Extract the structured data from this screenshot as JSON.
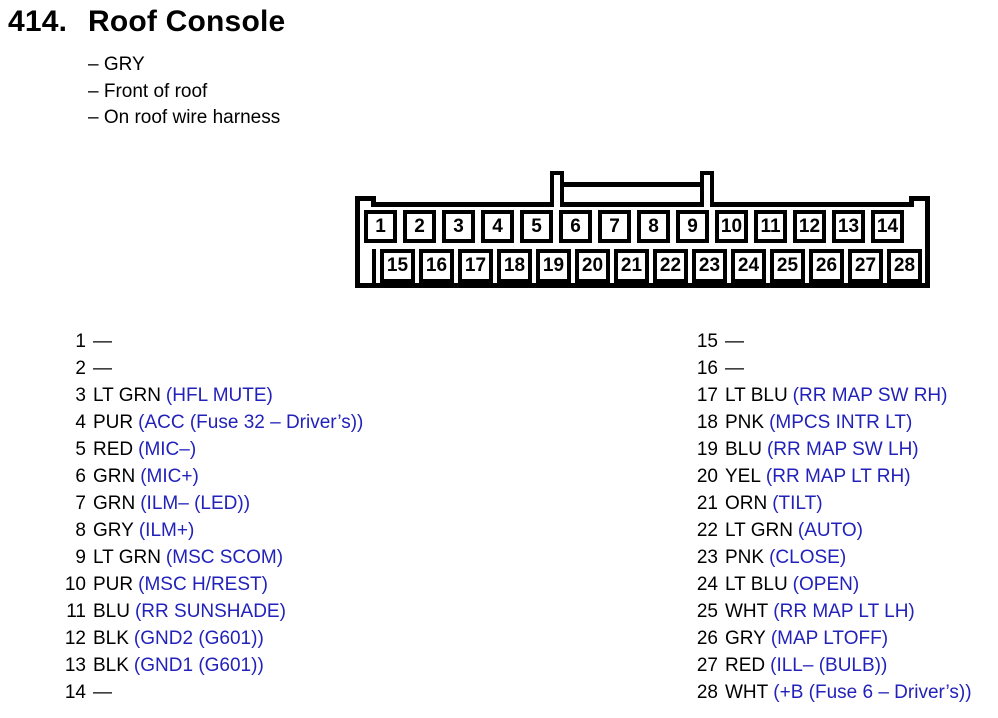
{
  "page": {
    "number": "414.",
    "title": "Roof Console",
    "notes": [
      "– GRY",
      "– Front of roof",
      "– On roof wire harness"
    ]
  },
  "connector": {
    "top_row_pins": [
      "1",
      "2",
      "3",
      "4",
      "5",
      "6",
      "7",
      "8",
      "9",
      "10",
      "11",
      "12",
      "13",
      "14"
    ],
    "bottom_row_pins": [
      "15",
      "16",
      "17",
      "18",
      "19",
      "20",
      "21",
      "22",
      "23",
      "24",
      "25",
      "26",
      "27",
      "28"
    ]
  },
  "pin_table": {
    "left": [
      {
        "pin": "1",
        "wire": "—",
        "func": ""
      },
      {
        "pin": "2",
        "wire": "—",
        "func": ""
      },
      {
        "pin": "3",
        "wire": "LT GRN",
        "func": "(HFL MUTE)"
      },
      {
        "pin": "4",
        "wire": "PUR",
        "func": "(ACC (Fuse 32 – Driver’s))"
      },
      {
        "pin": "5",
        "wire": "RED",
        "func": "(MIC–)"
      },
      {
        "pin": "6",
        "wire": "GRN",
        "func": "(MIC+)"
      },
      {
        "pin": "7",
        "wire": "GRN",
        "func": "(ILM– (LED))"
      },
      {
        "pin": "8",
        "wire": "GRY",
        "func": "(ILM+)"
      },
      {
        "pin": "9",
        "wire": "LT GRN",
        "func": "(MSC SCOM)"
      },
      {
        "pin": "10",
        "wire": "PUR",
        "func": "(MSC H/REST)"
      },
      {
        "pin": "11",
        "wire": "BLU",
        "func": "(RR SUNSHADE)"
      },
      {
        "pin": "12",
        "wire": "BLK",
        "func": "(GND2 (G601))"
      },
      {
        "pin": "13",
        "wire": "BLK",
        "func": "(GND1 (G601))"
      },
      {
        "pin": "14",
        "wire": "—",
        "func": ""
      }
    ],
    "right": [
      {
        "pin": "15",
        "wire": "—",
        "func": ""
      },
      {
        "pin": "16",
        "wire": "—",
        "func": ""
      },
      {
        "pin": "17",
        "wire": "LT BLU",
        "func": "(RR MAP SW RH)"
      },
      {
        "pin": "18",
        "wire": "PNK",
        "func": "(MPCS INTR LT)"
      },
      {
        "pin": "19",
        "wire": "BLU",
        "func": "(RR MAP SW LH)"
      },
      {
        "pin": "20",
        "wire": "YEL",
        "func": "(RR MAP LT RH)"
      },
      {
        "pin": "21",
        "wire": "ORN",
        "func": "(TILT)"
      },
      {
        "pin": "22",
        "wire": "LT GRN",
        "func": "(AUTO)"
      },
      {
        "pin": "23",
        "wire": "PNK",
        "func": "(CLOSE)"
      },
      {
        "pin": "24",
        "wire": "LT BLU",
        "func": "(OPEN)"
      },
      {
        "pin": "25",
        "wire": "WHT",
        "func": "(RR MAP LT LH)"
      },
      {
        "pin": "26",
        "wire": "GRY",
        "func": "(MAP LTOFF)"
      },
      {
        "pin": "27",
        "wire": "RED",
        "func": "(ILL– (BULB))"
      },
      {
        "pin": "28",
        "wire": "WHT",
        "func": "(+B (Fuse 6 – Driver’s))"
      }
    ]
  },
  "colors": {
    "function_blue": "#2222bb",
    "line_black": "#000000",
    "background": "#ffffff"
  }
}
